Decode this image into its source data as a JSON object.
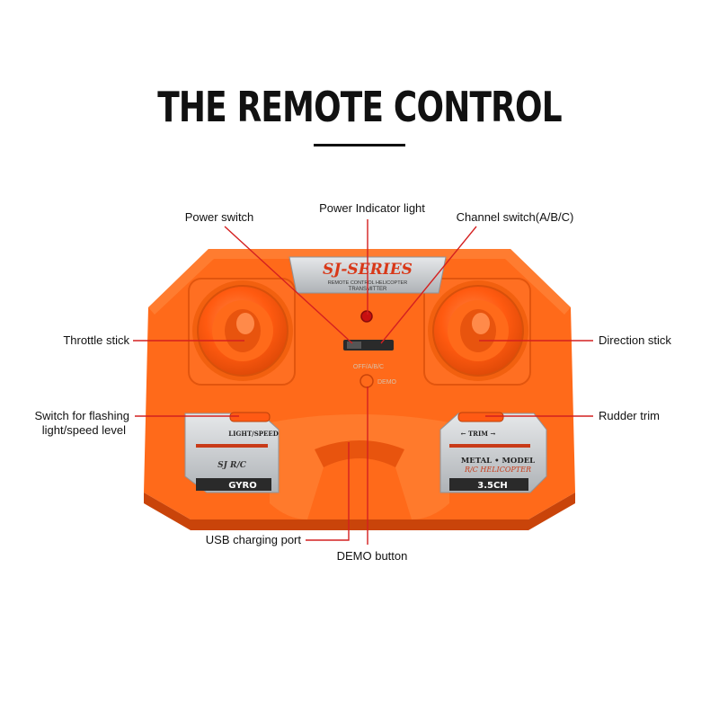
{
  "title": "THE REMOTE CONTROL",
  "labels": {
    "power_switch": "Power switch",
    "power_indicator": "Power Indicator light",
    "channel_switch": "Channel switch(A/B/C)",
    "throttle_stick": "Throttle stick",
    "direction_stick": "Direction stick",
    "flash_switch_line1": "Switch for flashing",
    "flash_switch_line2": "light/speed level",
    "rudder_trim": "Rudder trim",
    "usb_port": "USB charging port",
    "demo_button": "DEMO button"
  },
  "device": {
    "brand": "SJ-SERIES",
    "brand_sub": "REMOTE CONTROL HELICOPTER",
    "brand_sub2": "TRANSMITTER",
    "switch_positions": "OFF/A/B/C",
    "demo_text": "DEMO",
    "left_plate_label": "LIGHT/SPEED",
    "left_plate_logo": "SJ R/C",
    "left_plate_bottom": "GYRO",
    "right_plate_label": "← TRIM →",
    "right_plate_line1": "METAL • MODEL",
    "right_plate_line2": "R/C HELICOPTER",
    "right_plate_bottom": "3.5CH"
  },
  "colors": {
    "body_orange": "#ff6a1a",
    "body_dark": "#e24f0c",
    "leader_red": "#d42020",
    "plate_silver": "#c9ccd0"
  }
}
